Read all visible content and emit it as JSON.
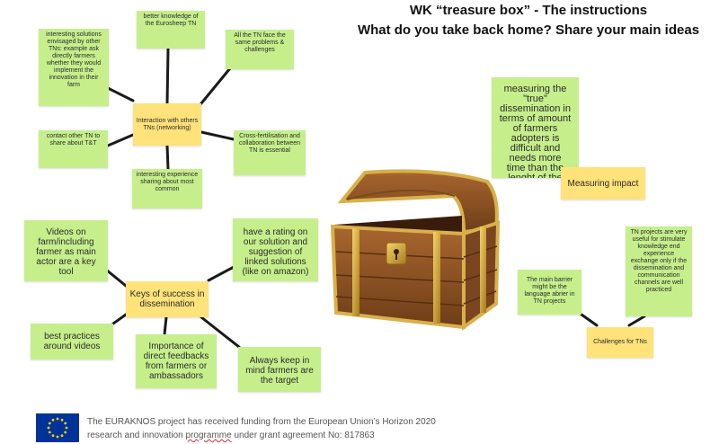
{
  "title": {
    "line1": "WK “treasure box” - The instructions",
    "line2": "What do you take back home? Share your main ideas"
  },
  "networking": {
    "hub": "Interaction with others TNs (networking)",
    "notes": [
      "better knowledge of the Eurosheep TN",
      "interesting solutions envisaged by other TNs: example ask directly farmers whether they would implement the innovation in their farm",
      "All the TN face the same problems & challenges",
      "contact other TN to share about T&T",
      "Cross-fertilisation and collaboration between TN is essential",
      "interesting experience sharing about most common"
    ]
  },
  "dissemination": {
    "hub": "Keys of success in dissemination",
    "notes": [
      "Videos on farm/including farmer as main actor are a key tool",
      "have a rating on our solution and suggestion of linked solutions (like on amazon)",
      "best practices around videos",
      "Importance of direct feedbacks from farmers or ambassadors",
      "Always keep in mind farmers are the target"
    ]
  },
  "impact": {
    "hub": "Measuring impact",
    "note": "measuring the \"true\" dissemination in terms of amount of farmers adopters is difficult and needs more time than the lenght of the project"
  },
  "challenges": {
    "hub": "Challenges for TNs",
    "notes": [
      "The main barrier might be the language abrier in TN projects",
      "TN projects are very useful for stimulate knowledge end experience exchange only if the dissemination and communication channels are well practiced"
    ]
  },
  "footer": {
    "line1": "The EURAKNOS project has received funding from the European Union’s Horizon 2020",
    "line2_a": "research and innovation ",
    "line2_b": "programme",
    "line2_c": " under grant agreement No: 817863"
  },
  "colors": {
    "note_green": "#c6ef8c",
    "hub_yellow": "#ffe27a",
    "eu_blue": "#003399",
    "eu_star": "#ffcc00"
  }
}
